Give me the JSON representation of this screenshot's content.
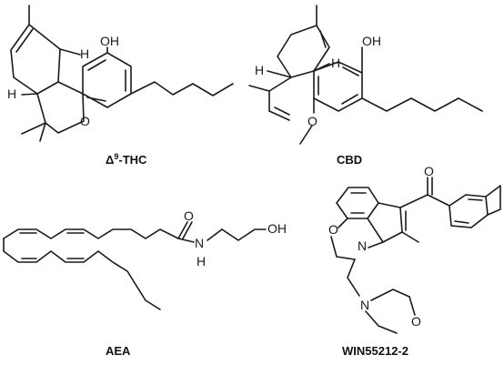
{
  "compounds": [
    {
      "id": "thc",
      "caption": {
        "prefix": "Δ",
        "superscript": "9",
        "suffix": "-THC"
      },
      "atoms": {
        "hydroxyl": "OH",
        "ring_oxygen": "O",
        "h_top": "H",
        "h_left": "H"
      }
    },
    {
      "id": "cbd",
      "caption": "CBD",
      "atoms": {
        "hydroxyl": "OH",
        "methoxy_oxygen": "O",
        "h_left": "H",
        "h_right": "H"
      }
    },
    {
      "id": "aea",
      "caption": "AEA",
      "atoms": {
        "carbonyl_oxygen": "O",
        "amide_n": "N",
        "amide_h": "H",
        "hydroxyl": "OH"
      }
    },
    {
      "id": "win",
      "caption": "WIN55212-2",
      "atoms": {
        "ring_oxygen": "O",
        "ring_n": "N",
        "carbonyl_oxygen": "O",
        "morpholine_n": "N",
        "morpholine_o": "O"
      }
    }
  ]
}
